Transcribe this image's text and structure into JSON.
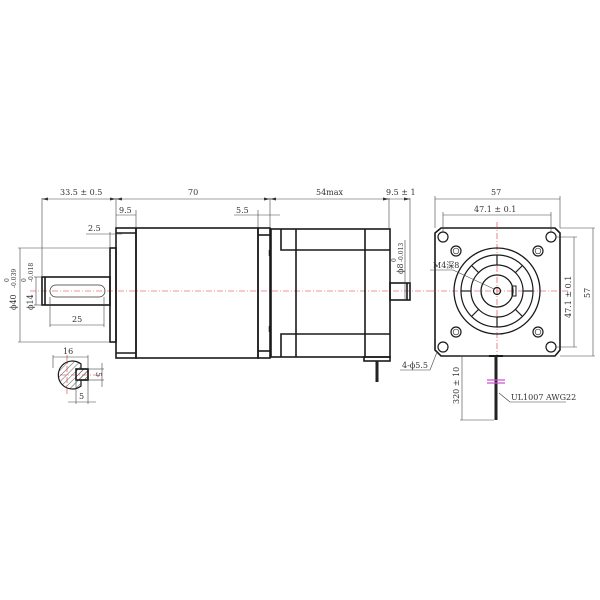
{
  "drawing": {
    "title": "Planetary gearbox stepper motor outline drawing",
    "units": "mm",
    "colors": {
      "outline": "#1a1a1a",
      "centerline": "#e0303a",
      "wire_marker": "#d050d0"
    },
    "side_view": {
      "dim_gearbox_shaft_length": "33.5 ± 0.5",
      "dim_gearbox_length": "70",
      "dim_motor_length": "54max",
      "dim_rear_shaft": "9.5 ± 1",
      "dim_flange_step": "9.5",
      "dim_rear_ring": "5.5",
      "dim_pilot": "2.5",
      "dim_key_length": "25",
      "dim_pilot_diameter": "ϕ40",
      "dim_pilot_tol_upper": "0",
      "dim_pilot_tol_lower": "-0.039",
      "dim_shaft_diameter": "ϕ14",
      "dim_shaft_tol_upper": "0",
      "dim_shaft_tol_lower": "-0.018",
      "dim_rear_shaft_diameter": "ϕ8",
      "dim_rear_shaft_tol_upper": "0",
      "dim_rear_shaft_tol_lower": "-0.013"
    },
    "section_view": {
      "dim_width": "16",
      "dim_key_height": "5",
      "dim_key_width": "5"
    },
    "end_view": {
      "dim_flange_width": "57",
      "dim_flange_height": "57",
      "dim_hole_spacing_h": "47.1 ± 0.1",
      "dim_hole_spacing_v": "47.1 ± 0.1",
      "label_tapped_hole": "M4深8",
      "label_mount_holes": "4-ϕ5.5",
      "dim_lead_length": "320 ± 10",
      "label_wire": "UL1007 AWG22"
    }
  }
}
